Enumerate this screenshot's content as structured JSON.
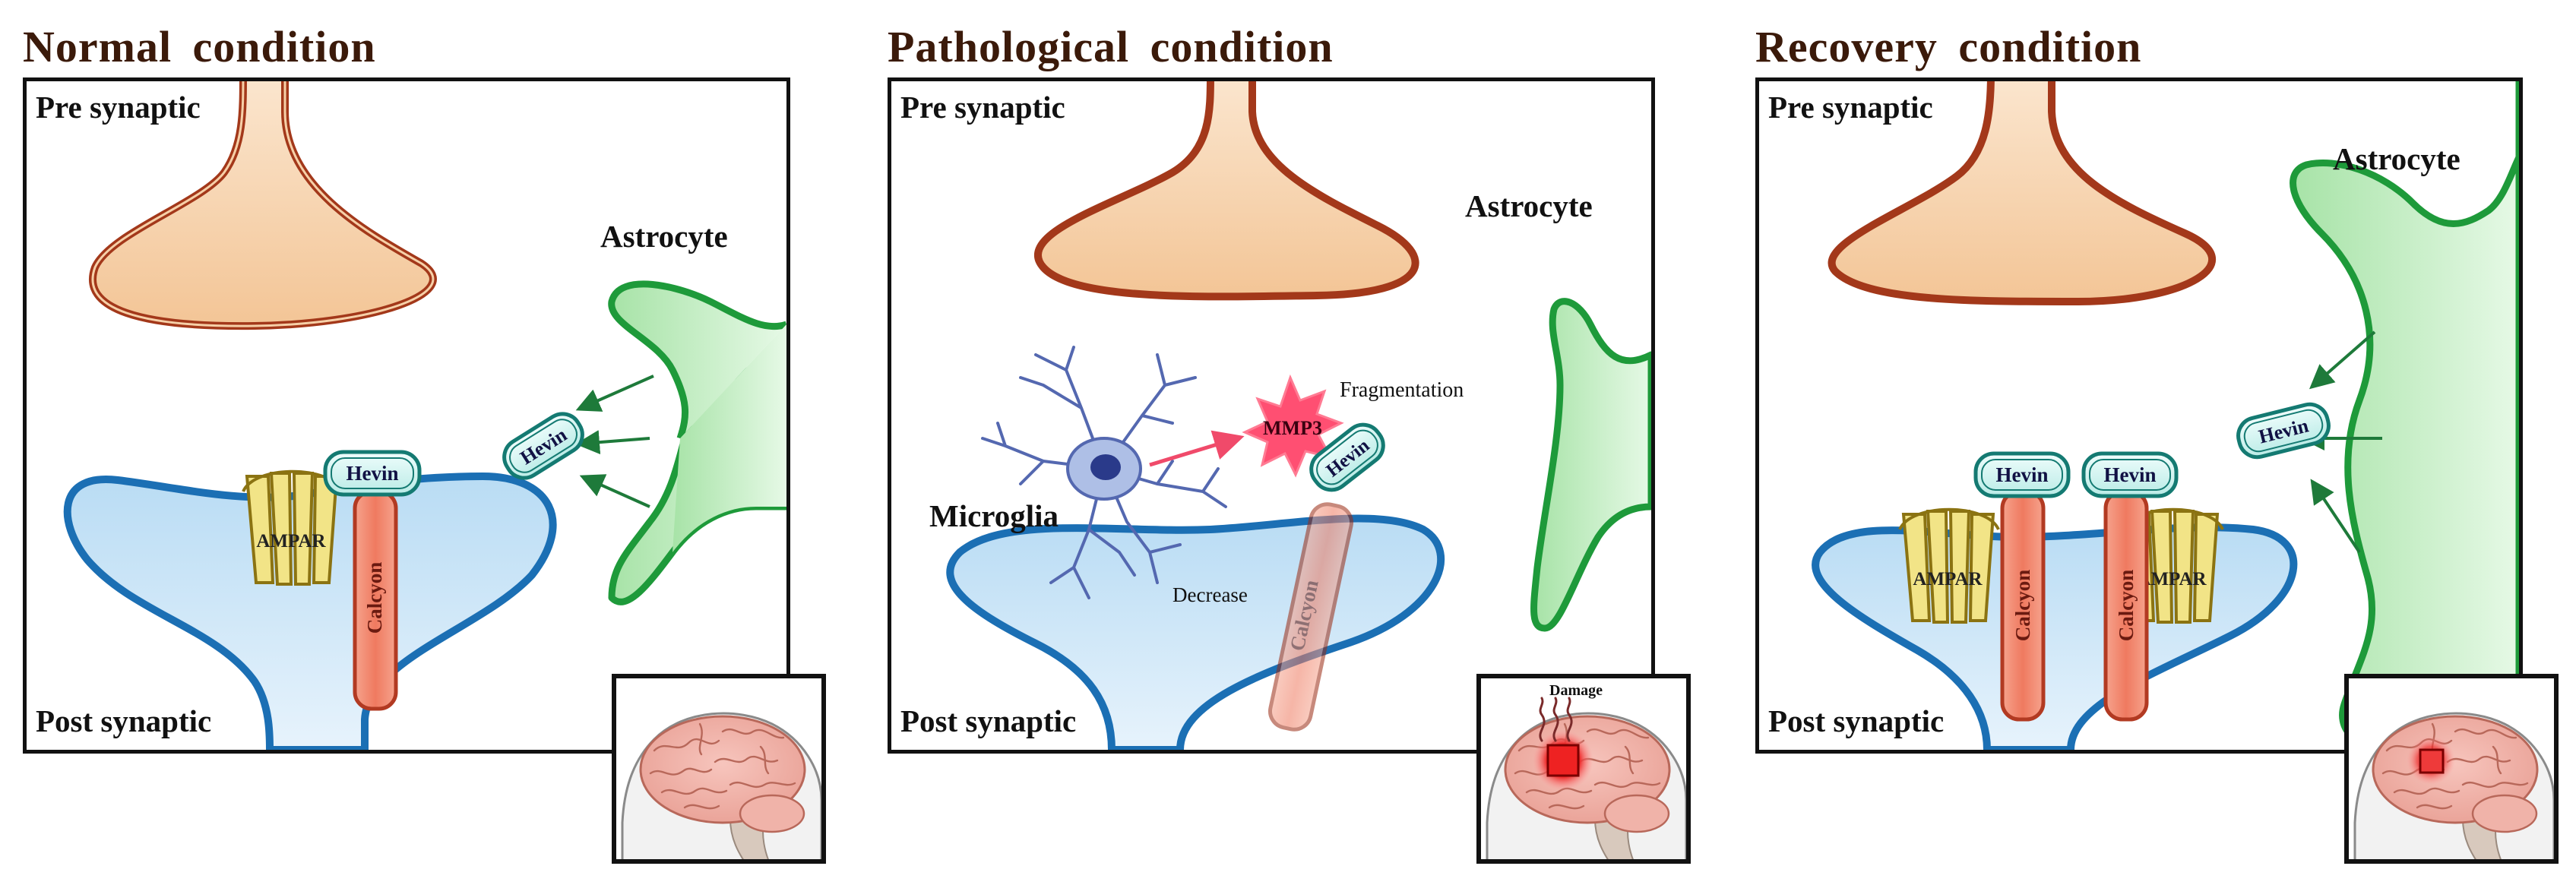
{
  "panels": [
    {
      "title": "Normal condition",
      "pre_label": "Pre synaptic",
      "post_label": "Post synaptic",
      "astrocyte_label": "Astrocyte",
      "hevin_label": "Hevin",
      "ampar_label": "AMPAR",
      "calcyon_label": "Calcyon"
    },
    {
      "title": "Pathological condition",
      "pre_label": "Pre synaptic",
      "post_label": "Post synaptic",
      "astrocyte_label": "Astrocyte",
      "microglia_label": "Microglia",
      "mmp3_label": "MMP3",
      "fragmentation_label": "Fragmentation",
      "hevin_label": "Hevin",
      "decrease_label": "Decrease",
      "calcyon_label": "Calcyon",
      "damage_label": "Damage"
    },
    {
      "title": "Recovery condition",
      "pre_label": "Pre synaptic",
      "post_label": "Post synaptic",
      "astrocyte_label": "Astrocyte",
      "hevin_label": "Hevin",
      "ampar_label": "AMPAR",
      "calcyon_label": "Calcyon"
    }
  ],
  "colors": {
    "presynaptic_fill": "#f6d0a8",
    "presynaptic_outline": "#a3381a",
    "postsynaptic_fill": "#cfe6f7",
    "postsynaptic_outline": "#1b6fb4",
    "astrocyte_fill": "#c6efc6",
    "astrocyte_outline": "#1e9a3a",
    "hevin_fill": "#d3f4f1",
    "hevin_outline": "#147a72",
    "calcyon_fill": "#f08b73",
    "calcyon_outline": "#b23a22",
    "ampar_fill": "#f2e487",
    "ampar_outline": "#8b7312",
    "microglia_fill": "#aebfe6",
    "mmp3_fill": "#ff4f72",
    "damage_fill": "#ee2222"
  }
}
